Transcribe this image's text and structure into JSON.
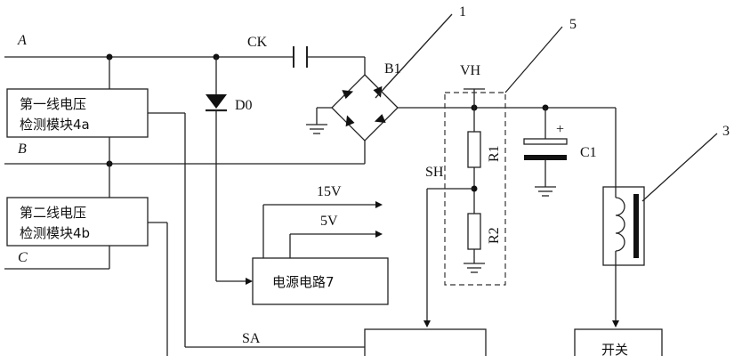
{
  "lines": {
    "a": "A",
    "b": "B",
    "c": "C"
  },
  "modules": {
    "m4a_line1": "第一线电压",
    "m4a_line2": "检测模块4a",
    "m4b_line1": "第二线电压",
    "m4b_line2": "检测模块4b",
    "power": "电源电路7",
    "switch": "开关"
  },
  "components": {
    "ck": "CK",
    "d0": "D0",
    "b1": "B1",
    "vh": "VH",
    "sh": "SH",
    "r1": "R1",
    "r2": "R2",
    "c1": "C1",
    "plus": "+",
    "v15": "15V",
    "v5": "5V",
    "sa": "SA"
  },
  "callouts": {
    "n1": "1",
    "n3": "3",
    "n5": "5"
  }
}
